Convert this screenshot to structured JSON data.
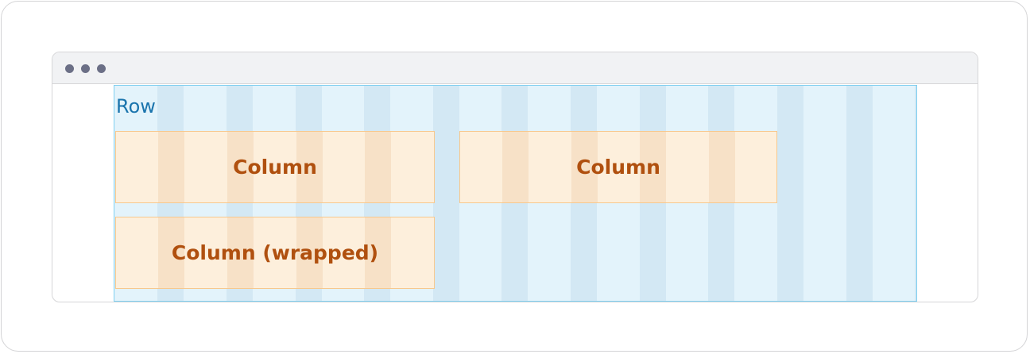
{
  "row": {
    "label": "Row"
  },
  "columns": [
    {
      "label": "Column"
    },
    {
      "label": "Column"
    },
    {
      "label": "Column (wrapped)"
    }
  ],
  "colors": {
    "row_border": "#7fcff0",
    "row_fill_light": "#e3f3fb",
    "row_fill_dark": "#d3e8f4",
    "column_border": "#f7c88d",
    "column_fill_light": "#fdefdc",
    "column_fill_dark": "#f7e1c7",
    "column_text": "#b0500f",
    "row_text": "#1a74ad",
    "window_dots": "#6b6f86"
  },
  "icons": {
    "window_controls": "three-dot-icon"
  }
}
